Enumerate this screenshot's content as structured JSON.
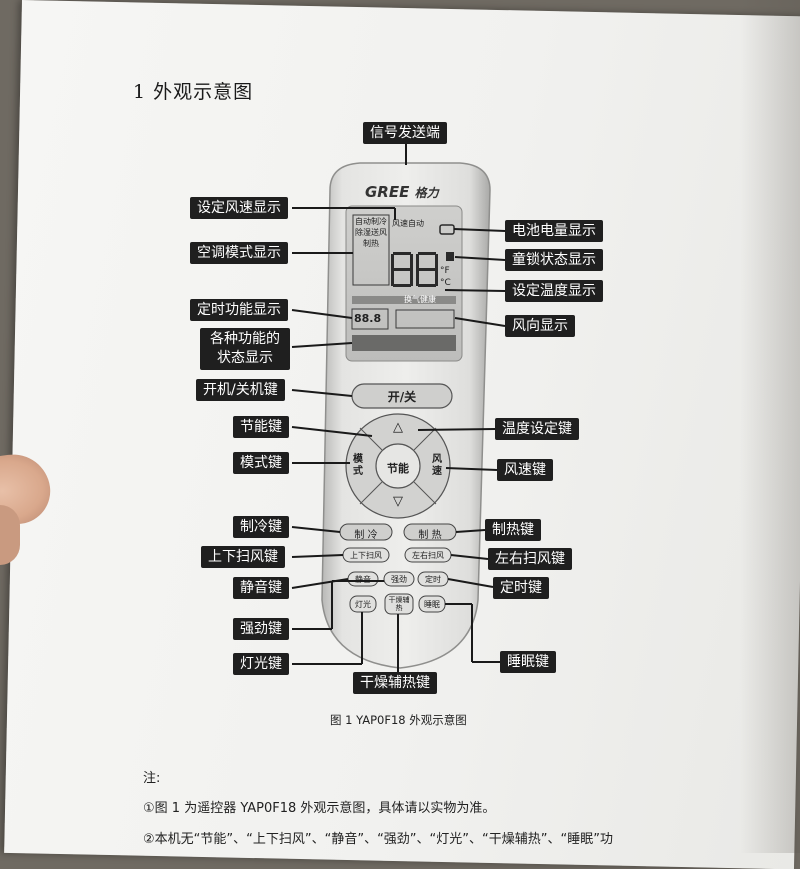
{
  "heading": "1 外观示意图",
  "callouts": {
    "signal_emitter": "信号发送端",
    "fan_speed_display": "设定风速显示",
    "ac_mode_display": "空调模式显示",
    "timer_display": "定时功能显示",
    "function_status_display": "各种功能的状态显示",
    "power_key": "开机/关机键",
    "energy_save_key": "节能键",
    "mode_key": "模式键",
    "cool_key": "制冷键",
    "swing_updown_key": "上下扫风键",
    "quiet_key": "静音键",
    "turbo_key": "强劲键",
    "light_key": "灯光键",
    "battery_display": "电池电量显示",
    "child_lock_display": "童锁状态显示",
    "set_temp_display": "设定温度显示",
    "wind_direction_display": "风向显示",
    "temp_set_key": "温度设定键",
    "fan_key": "风速键",
    "heat_key": "制热键",
    "swing_leftright_key": "左右扫风键",
    "timer_key": "定时键",
    "sleep_key": "睡眠键",
    "dry_heat_key": "干燥辅热键"
  },
  "remote": {
    "brand": "GREE",
    "brand_suffix": "格力",
    "lcd_temp": "88",
    "lcd_unit_f": "°F",
    "lcd_unit_c": "°C",
    "lcd_fan": "风速自动",
    "lcd_modes": "自动制冷除湿送风制热",
    "lcd_status": "换气健康",
    "lcd_timer": "88.8",
    "buttons": {
      "power": "开/关",
      "up_arrow": "△",
      "down_arrow": "▽",
      "mode": "模式",
      "energy": "节能",
      "fan": "风速",
      "cool": "制 冷",
      "heat": "制 热",
      "swing_ud": "上下扫风",
      "swing_lr": "左右扫风",
      "quiet": "静音",
      "turbo": "强劲",
      "timer": "定时",
      "light": "灯光",
      "dry": "干燥辅热",
      "sleep": "睡眠"
    }
  },
  "caption": "图 1 YAP0F18 外观示意图",
  "notes": {
    "title": "注:",
    "line1": "①图 1 为遥控器 YAP0F18 外观示意图，具体请以实物为准。",
    "line2": "②本机无“节能”、“上下扫风”、“静音”、“强劲”、“灯光”、“干燥辅热”、“睡眠”功"
  },
  "colors": {
    "callout_bg": "#1f1f1f",
    "remote_body": "#dcdcda",
    "lcd": "#c9c9c7",
    "lcd_ink": "#2a2a2a"
  }
}
